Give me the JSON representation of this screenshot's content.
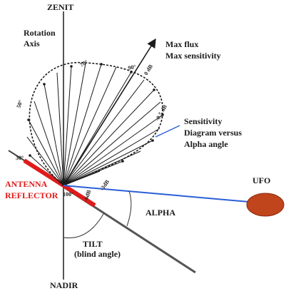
{
  "labels": {
    "zenit": "ZENIT",
    "nadir": "NADIR",
    "rotation_axis": [
      "Rotation",
      "Axis"
    ],
    "max_flux": [
      "Max flux",
      "Max sensitivity"
    ],
    "sensitivity_diagram": [
      "Sensitivity",
      "Diagram versus",
      "Alpha angle"
    ],
    "ufo": "UFO",
    "antenna_reflector": [
      "ANTENNA",
      "REFLECTOR"
    ],
    "alpha": "ALPHA",
    "tilt": [
      "TILT",
      "(blind angle)"
    ]
  },
  "angle_marks": {
    "deg30": "30°",
    "deg50": "50°",
    "deg70": "70°",
    "deg90": "90°",
    "deg100": "100°",
    "db0": "0 dB",
    "db05": "-0,5 dB",
    "db3": "-3dB",
    "db6": "-6dB"
  },
  "colors": {
    "axis": "#555555",
    "ink": "#1b1b1b",
    "reflector": "#e01b1b",
    "ufo_beam": "#2b5fd6",
    "ufo_body": "#c0441c",
    "ufo_edge": "#8a2a10"
  }
}
